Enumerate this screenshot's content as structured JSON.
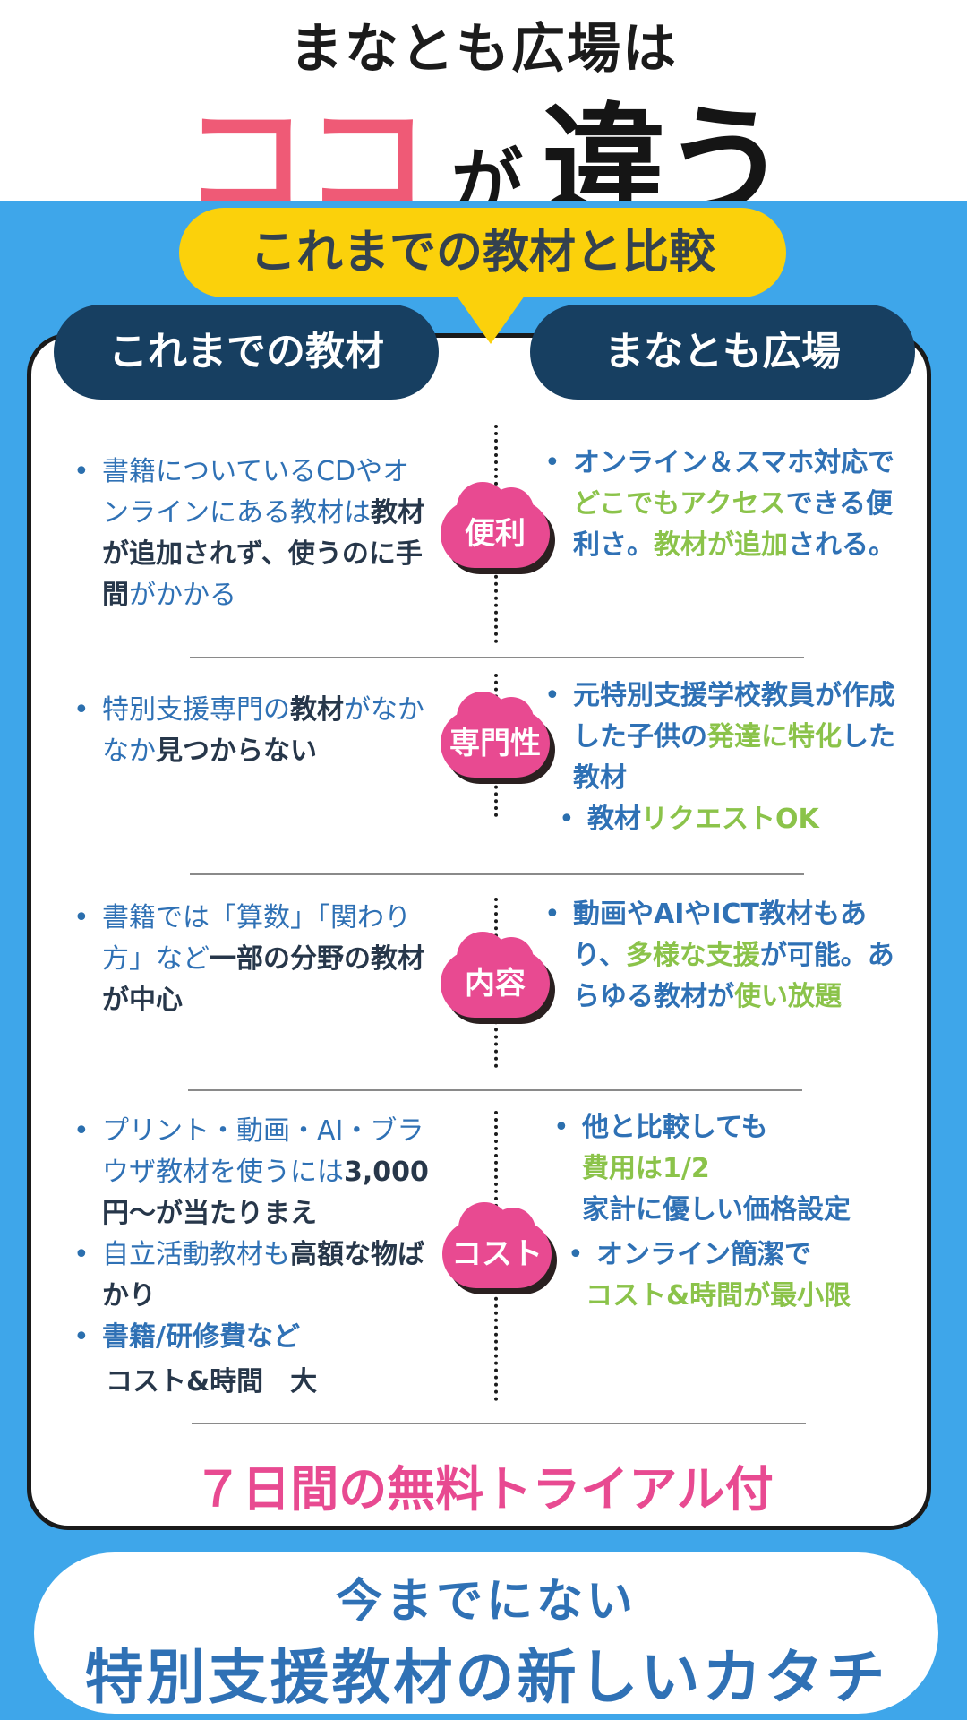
{
  "header": {
    "line1": "まなとも広場は",
    "highlight": "ココ",
    "particle": "が",
    "end": "違う"
  },
  "compare_title": "これまでの教材と比較",
  "columns": {
    "left": "これまでの教材",
    "right": "まなとも広場"
  },
  "rows": [
    {
      "label": "便利",
      "left": [
        [
          {
            "t": "書籍についているCDやオンラインにある教材は",
            "s": "bl"
          },
          {
            "t": "教材が追加されず、使うのに手間",
            "s": "b"
          },
          {
            "t": "がかかる",
            "s": "bl"
          }
        ]
      ],
      "right": [
        [
          {
            "t": "オンライン＆スマホ対応で",
            "s": "bb"
          },
          {
            "t": "どこでもアクセス",
            "s": "gr"
          },
          {
            "t": "できる便利さ。",
            "s": "bb"
          },
          {
            "t": "教材が追加",
            "s": "gr"
          },
          {
            "t": "される。",
            "s": "bb"
          }
        ]
      ]
    },
    {
      "label": "専門性",
      "left": [
        [
          {
            "t": "特別支援専門の",
            "s": "bl"
          },
          {
            "t": "教材",
            "s": "b"
          },
          {
            "t": "がなかなか",
            "s": "bl"
          },
          {
            "t": "見つからない",
            "s": "b"
          }
        ]
      ],
      "right": [
        [
          {
            "t": "元特別支援学校教員が作成した子供の",
            "s": "bb"
          },
          {
            "t": "発達に特化",
            "s": "gr"
          },
          {
            "t": "した教材",
            "s": "bb"
          }
        ],
        [
          {
            "t": "教材",
            "s": "bb"
          },
          {
            "t": "リクエストOK",
            "s": "gr"
          }
        ]
      ]
    },
    {
      "label": "内容",
      "left": [
        [
          {
            "t": "書籍では「算数」「関わり方」など",
            "s": "bl"
          },
          {
            "t": "一部の分野の教材が中心",
            "s": "b"
          }
        ]
      ],
      "right": [
        [
          {
            "t": "動画やAIやICT教材もあり、",
            "s": "bb"
          },
          {
            "t": "多様な支援",
            "s": "gr"
          },
          {
            "t": "が可能。あらゆる教材が",
            "s": "bb"
          },
          {
            "t": "使い放題",
            "s": "gr"
          }
        ]
      ]
    },
    {
      "label": "コスト",
      "left": [
        [
          {
            "t": "プリント・動画・AI・ブラウザ教材を使うには",
            "s": "bl"
          },
          {
            "t": "3,000円〜が当たりまえ",
            "s": "b"
          }
        ],
        [
          {
            "t": "自立活動教材も",
            "s": "bl"
          },
          {
            "t": "高額な物ばかり",
            "s": "b"
          }
        ],
        [
          {
            "t": "書籍/研修費など",
            "s": "bb"
          }
        ]
      ],
      "left_tail": "コスト&時間　大",
      "right": [
        [
          {
            "t": "他と比較しても",
            "s": "bb"
          }
        ]
      ],
      "right_lines": [
        {
          "t": "費用は1/2",
          "s": "gr"
        },
        {
          "t": "家計に優しい価格設定",
          "s": "bb"
        }
      ],
      "right2": [
        [
          {
            "t": "オンライン簡潔で",
            "s": "bb"
          }
        ]
      ],
      "right2_line": {
        "t": "コスト&時間が最小限",
        "s": "gr"
      }
    }
  ],
  "trial": "７日間の無料トライアル付",
  "bottom": {
    "line1": "今までにない",
    "line2": "特別支援教材の新しいカタチ"
  },
  "colors": {
    "blue_bg": "#3ea6ea",
    "yellow": "#fbd10b",
    "navy": "#173f61",
    "pink": "#e84a91",
    "coral": "#ef5a76",
    "green": "#8bc34a",
    "text_blue": "#2f71b5"
  }
}
